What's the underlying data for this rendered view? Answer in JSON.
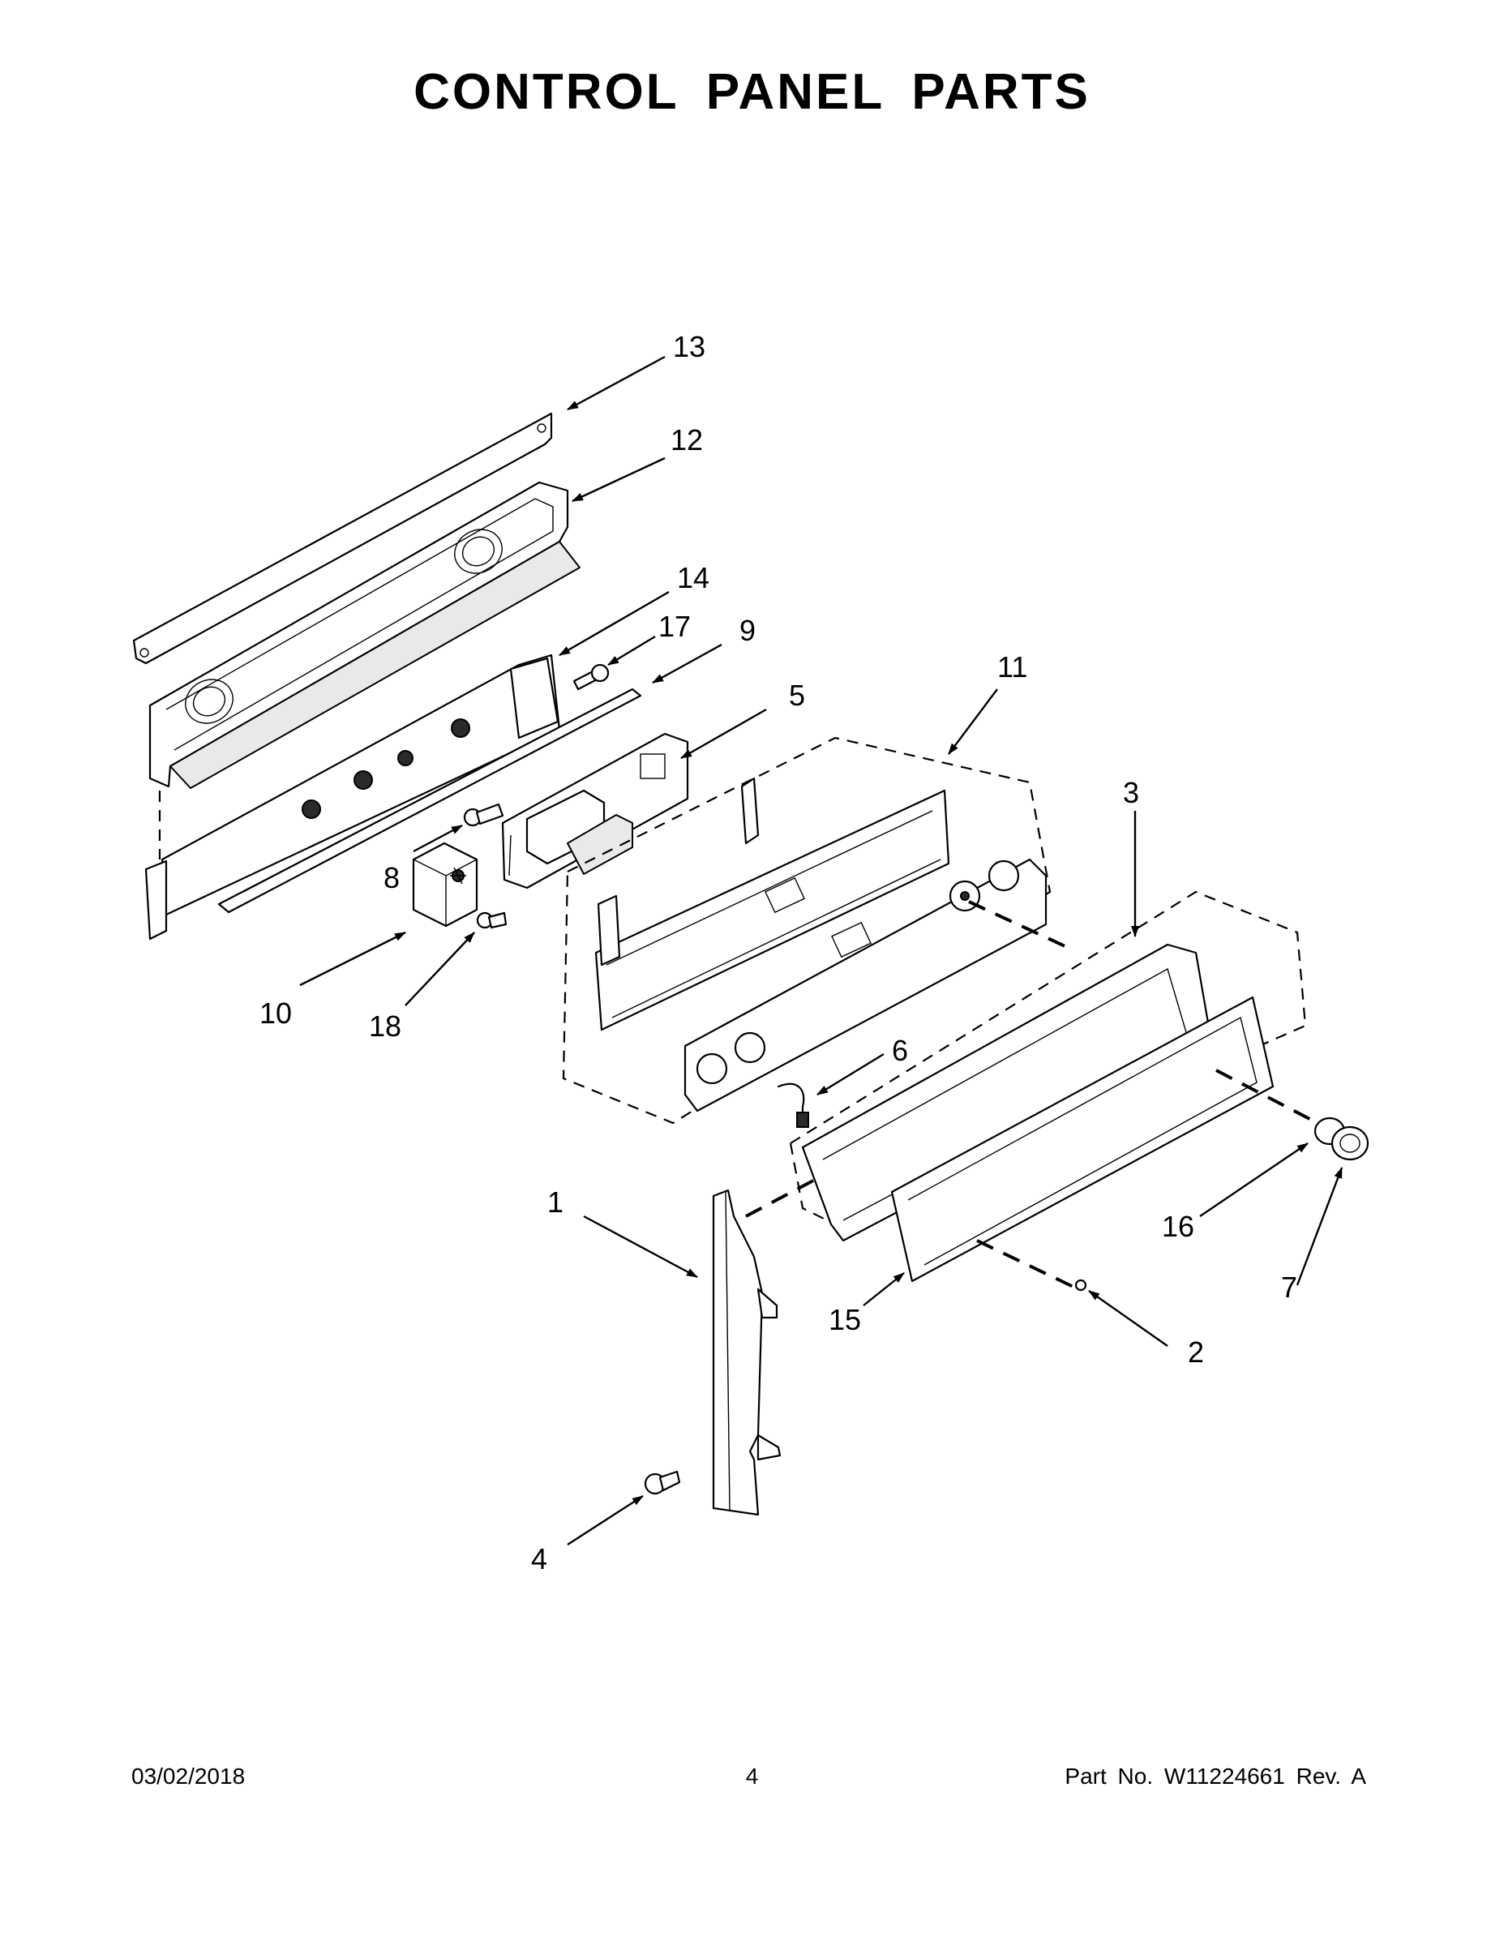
{
  "title": "CONTROL PANEL PARTS",
  "callouts": {
    "c1": "1",
    "c2": "2",
    "c3": "3",
    "c4": "4",
    "c5": "5",
    "c6": "6",
    "c7": "7",
    "c8": "8",
    "c9": "9",
    "c10": "10",
    "c11": "11",
    "c12": "12",
    "c13": "13",
    "c14": "14",
    "c15": "15",
    "c16": "16",
    "c17": "17",
    "c18": "18"
  },
  "footer": {
    "date": "03/02/2018",
    "page": "4",
    "part_number": "Part No.  W11224661  Rev.  A"
  }
}
